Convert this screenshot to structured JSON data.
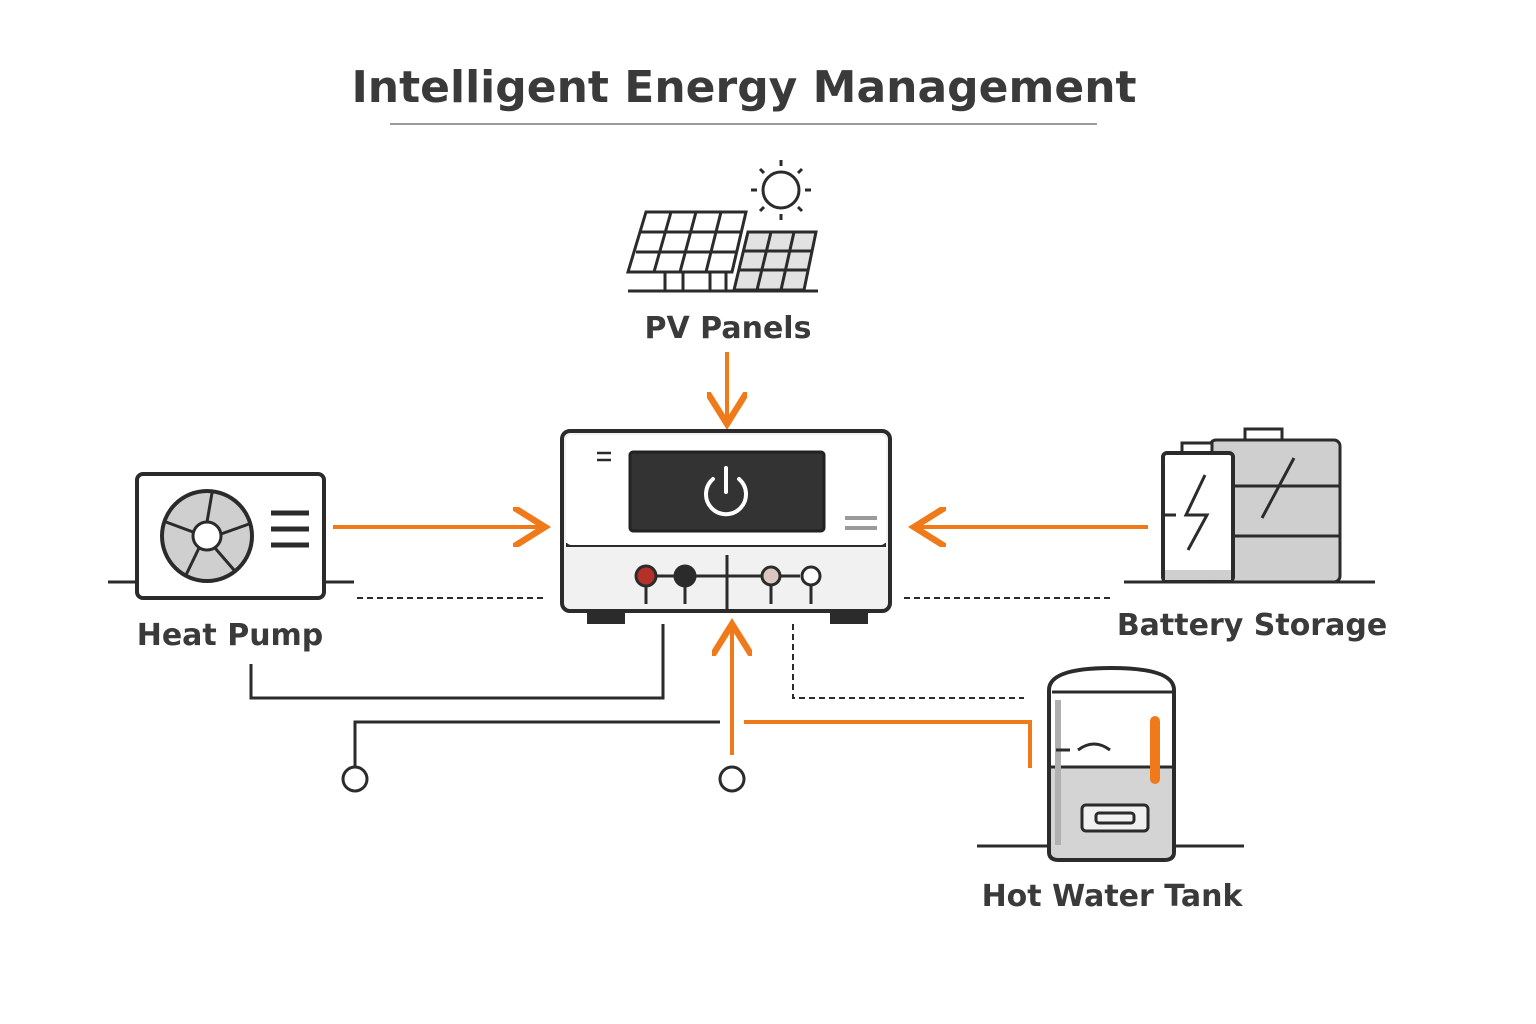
{
  "title": "Intelligent Energy Management",
  "nodes": {
    "pv": {
      "label": "PV Panels"
    },
    "heat_pump": {
      "label": "Heat Pump"
    },
    "battery": {
      "label": "Battery Storage"
    },
    "hot_water": {
      "label": "Hot Water Tank"
    }
  },
  "controller": {
    "icon": "power-icon"
  },
  "colors": {
    "accent": "#f07a1a",
    "ink": "#2b2b2b",
    "screen": "#333333",
    "fill_light": "#f1f1f1",
    "fill_mid": "#d4d4d4",
    "led_red": "#b5302a",
    "text": "#3a3a3a"
  }
}
